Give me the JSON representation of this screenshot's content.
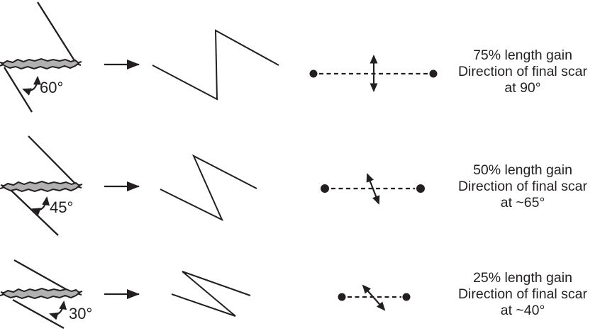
{
  "figure": {
    "type": "z-plasty-angle-comparison",
    "colors": {
      "ink": "#231f20",
      "scar_fill": "#b1b1b1",
      "background": "#ffffff"
    }
  },
  "rows": [
    {
      "angle_label": "60°",
      "caption": {
        "line1": "75% length gain",
        "line2": "Direction of final scar",
        "line3": "at 90°"
      }
    },
    {
      "angle_label": "45°",
      "caption": {
        "line1": "50% length gain",
        "line2": "Direction of final scar",
        "line3": "at ~65°"
      }
    },
    {
      "angle_label": "30°",
      "caption": {
        "line1": "25% length gain",
        "line2": "Direction of final scar",
        "line3": "at ~40°"
      }
    }
  ]
}
